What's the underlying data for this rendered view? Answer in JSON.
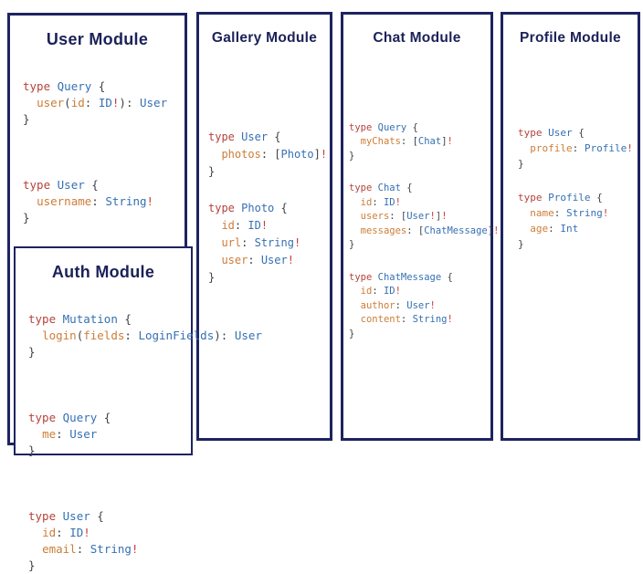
{
  "colors": {
    "border_navy": "#1e2361",
    "heading_navy": "#1b2158",
    "keyword_red": "#b5433d",
    "type_blue": "#3570b3",
    "field_orange": "#cd7d37",
    "punctuation_dark": "#3d4248",
    "bang_red": "#c5403a"
  },
  "panels": {
    "user": {
      "title": "User Module",
      "blocks": [
        [
          [
            [
              "k",
              "type"
            ],
            [
              "p",
              " "
            ],
            [
              "t",
              "Query"
            ],
            [
              "p",
              " {"
            ]
          ],
          [
            [
              "p",
              "  "
            ],
            [
              "f",
              "user"
            ],
            [
              "p",
              "("
            ],
            [
              "f",
              "id"
            ],
            [
              "p",
              ": "
            ],
            [
              "t",
              "ID"
            ],
            [
              "b",
              "!"
            ],
            [
              "p",
              "): "
            ],
            [
              "t",
              "User"
            ]
          ],
          [
            [
              "p",
              "}"
            ]
          ]
        ],
        [
          [
            [
              "k",
              "type"
            ],
            [
              "p",
              " "
            ],
            [
              "t",
              "User"
            ],
            [
              "p",
              " {"
            ]
          ],
          [
            [
              "p",
              "  "
            ],
            [
              "f",
              "username"
            ],
            [
              "p",
              ": "
            ],
            [
              "t",
              "String"
            ],
            [
              "b",
              "!"
            ]
          ],
          [
            [
              "p",
              "}"
            ]
          ]
        ]
      ]
    },
    "auth": {
      "title": "Auth Module",
      "blocks": [
        [
          [
            [
              "k",
              "type"
            ],
            [
              "p",
              " "
            ],
            [
              "t",
              "Mutation"
            ],
            [
              "p",
              " {"
            ]
          ],
          [
            [
              "p",
              "  "
            ],
            [
              "f",
              "login"
            ],
            [
              "p",
              "("
            ],
            [
              "f",
              "fields"
            ],
            [
              "p",
              ": "
            ],
            [
              "t",
              "LoginFields"
            ],
            [
              "p",
              "): "
            ],
            [
              "t",
              "User"
            ]
          ],
          [
            [
              "p",
              "}"
            ]
          ]
        ],
        [
          [
            [
              "k",
              "type"
            ],
            [
              "p",
              " "
            ],
            [
              "t",
              "Query"
            ],
            [
              "p",
              " {"
            ]
          ],
          [
            [
              "p",
              "  "
            ],
            [
              "f",
              "me"
            ],
            [
              "p",
              ": "
            ],
            [
              "t",
              "User"
            ]
          ],
          [
            [
              "p",
              "}"
            ]
          ]
        ],
        [
          [
            [
              "k",
              "type"
            ],
            [
              "p",
              " "
            ],
            [
              "t",
              "User"
            ],
            [
              "p",
              " {"
            ]
          ],
          [
            [
              "p",
              "  "
            ],
            [
              "f",
              "id"
            ],
            [
              "p",
              ": "
            ],
            [
              "t",
              "ID"
            ],
            [
              "b",
              "!"
            ]
          ],
          [
            [
              "p",
              "  "
            ],
            [
              "f",
              "email"
            ],
            [
              "p",
              ": "
            ],
            [
              "t",
              "String"
            ],
            [
              "b",
              "!"
            ]
          ],
          [
            [
              "p",
              "}"
            ]
          ]
        ]
      ]
    },
    "gallery": {
      "title": "Gallery Module",
      "blocks": [
        [
          [
            [
              "k",
              "type"
            ],
            [
              "p",
              " "
            ],
            [
              "t",
              "User"
            ],
            [
              "p",
              " {"
            ]
          ],
          [
            [
              "p",
              "  "
            ],
            [
              "f",
              "photos"
            ],
            [
              "p",
              ": ["
            ],
            [
              "t",
              "Photo"
            ],
            [
              "p",
              "]"
            ],
            [
              "b",
              "!"
            ]
          ],
          [
            [
              "p",
              "}"
            ]
          ]
        ],
        [
          [
            [
              "k",
              "type"
            ],
            [
              "p",
              " "
            ],
            [
              "t",
              "Photo"
            ],
            [
              "p",
              " {"
            ]
          ],
          [
            [
              "p",
              "  "
            ],
            [
              "f",
              "id"
            ],
            [
              "p",
              ": "
            ],
            [
              "t",
              "ID"
            ],
            [
              "b",
              "!"
            ]
          ],
          [
            [
              "p",
              "  "
            ],
            [
              "f",
              "url"
            ],
            [
              "p",
              ": "
            ],
            [
              "t",
              "String"
            ],
            [
              "b",
              "!"
            ]
          ],
          [
            [
              "p",
              "  "
            ],
            [
              "f",
              "user"
            ],
            [
              "p",
              ": "
            ],
            [
              "t",
              "User"
            ],
            [
              "b",
              "!"
            ]
          ],
          [
            [
              "p",
              "}"
            ]
          ]
        ]
      ]
    },
    "chat": {
      "title": "Chat Module",
      "blocks": [
        [
          [
            [
              "k",
              "type"
            ],
            [
              "p",
              " "
            ],
            [
              "t",
              "Query"
            ],
            [
              "p",
              " {"
            ]
          ],
          [
            [
              "p",
              "  "
            ],
            [
              "f",
              "myChats"
            ],
            [
              "p",
              ": ["
            ],
            [
              "t",
              "Chat"
            ],
            [
              "p",
              "]"
            ],
            [
              "b",
              "!"
            ]
          ],
          [
            [
              "p",
              "}"
            ]
          ]
        ],
        [
          [
            [
              "k",
              "type"
            ],
            [
              "p",
              " "
            ],
            [
              "t",
              "Chat"
            ],
            [
              "p",
              " {"
            ]
          ],
          [
            [
              "p",
              "  "
            ],
            [
              "f",
              "id"
            ],
            [
              "p",
              ": "
            ],
            [
              "t",
              "ID"
            ],
            [
              "b",
              "!"
            ]
          ],
          [
            [
              "p",
              "  "
            ],
            [
              "f",
              "users"
            ],
            [
              "p",
              ": ["
            ],
            [
              "t",
              "User"
            ],
            [
              "b",
              "!"
            ],
            [
              "p",
              "]"
            ],
            [
              "b",
              "!"
            ]
          ],
          [
            [
              "p",
              "  "
            ],
            [
              "f",
              "messages"
            ],
            [
              "p",
              ": ["
            ],
            [
              "t",
              "ChatMessage"
            ],
            [
              "p",
              "]"
            ],
            [
              "b",
              "!"
            ]
          ],
          [
            [
              "p",
              "}"
            ]
          ]
        ],
        [
          [
            [
              "k",
              "type"
            ],
            [
              "p",
              " "
            ],
            [
              "t",
              "ChatMessage"
            ],
            [
              "p",
              " {"
            ]
          ],
          [
            [
              "p",
              "  "
            ],
            [
              "f",
              "id"
            ],
            [
              "p",
              ": "
            ],
            [
              "t",
              "ID"
            ],
            [
              "b",
              "!"
            ]
          ],
          [
            [
              "p",
              "  "
            ],
            [
              "f",
              "author"
            ],
            [
              "p",
              ": "
            ],
            [
              "t",
              "User"
            ],
            [
              "b",
              "!"
            ]
          ],
          [
            [
              "p",
              "  "
            ],
            [
              "f",
              "content"
            ],
            [
              "p",
              ": "
            ],
            [
              "t",
              "String"
            ],
            [
              "b",
              "!"
            ]
          ],
          [
            [
              "p",
              "}"
            ]
          ]
        ]
      ]
    },
    "profile": {
      "title": "Profile Module",
      "blocks": [
        [
          [
            [
              "k",
              "type"
            ],
            [
              "p",
              " "
            ],
            [
              "t",
              "User"
            ],
            [
              "p",
              " {"
            ]
          ],
          [
            [
              "p",
              "  "
            ],
            [
              "f",
              "profile"
            ],
            [
              "p",
              ": "
            ],
            [
              "t",
              "Profile"
            ],
            [
              "b",
              "!"
            ]
          ],
          [
            [
              "p",
              "}"
            ]
          ]
        ],
        [
          [
            [
              "k",
              "type"
            ],
            [
              "p",
              " "
            ],
            [
              "t",
              "Profile"
            ],
            [
              "p",
              " {"
            ]
          ],
          [
            [
              "p",
              "  "
            ],
            [
              "f",
              "name"
            ],
            [
              "p",
              ": "
            ],
            [
              "t",
              "String"
            ],
            [
              "b",
              "!"
            ]
          ],
          [
            [
              "p",
              "  "
            ],
            [
              "f",
              "age"
            ],
            [
              "p",
              ": "
            ],
            [
              "t",
              "Int"
            ]
          ],
          [
            [
              "p",
              "}"
            ]
          ]
        ]
      ]
    }
  }
}
